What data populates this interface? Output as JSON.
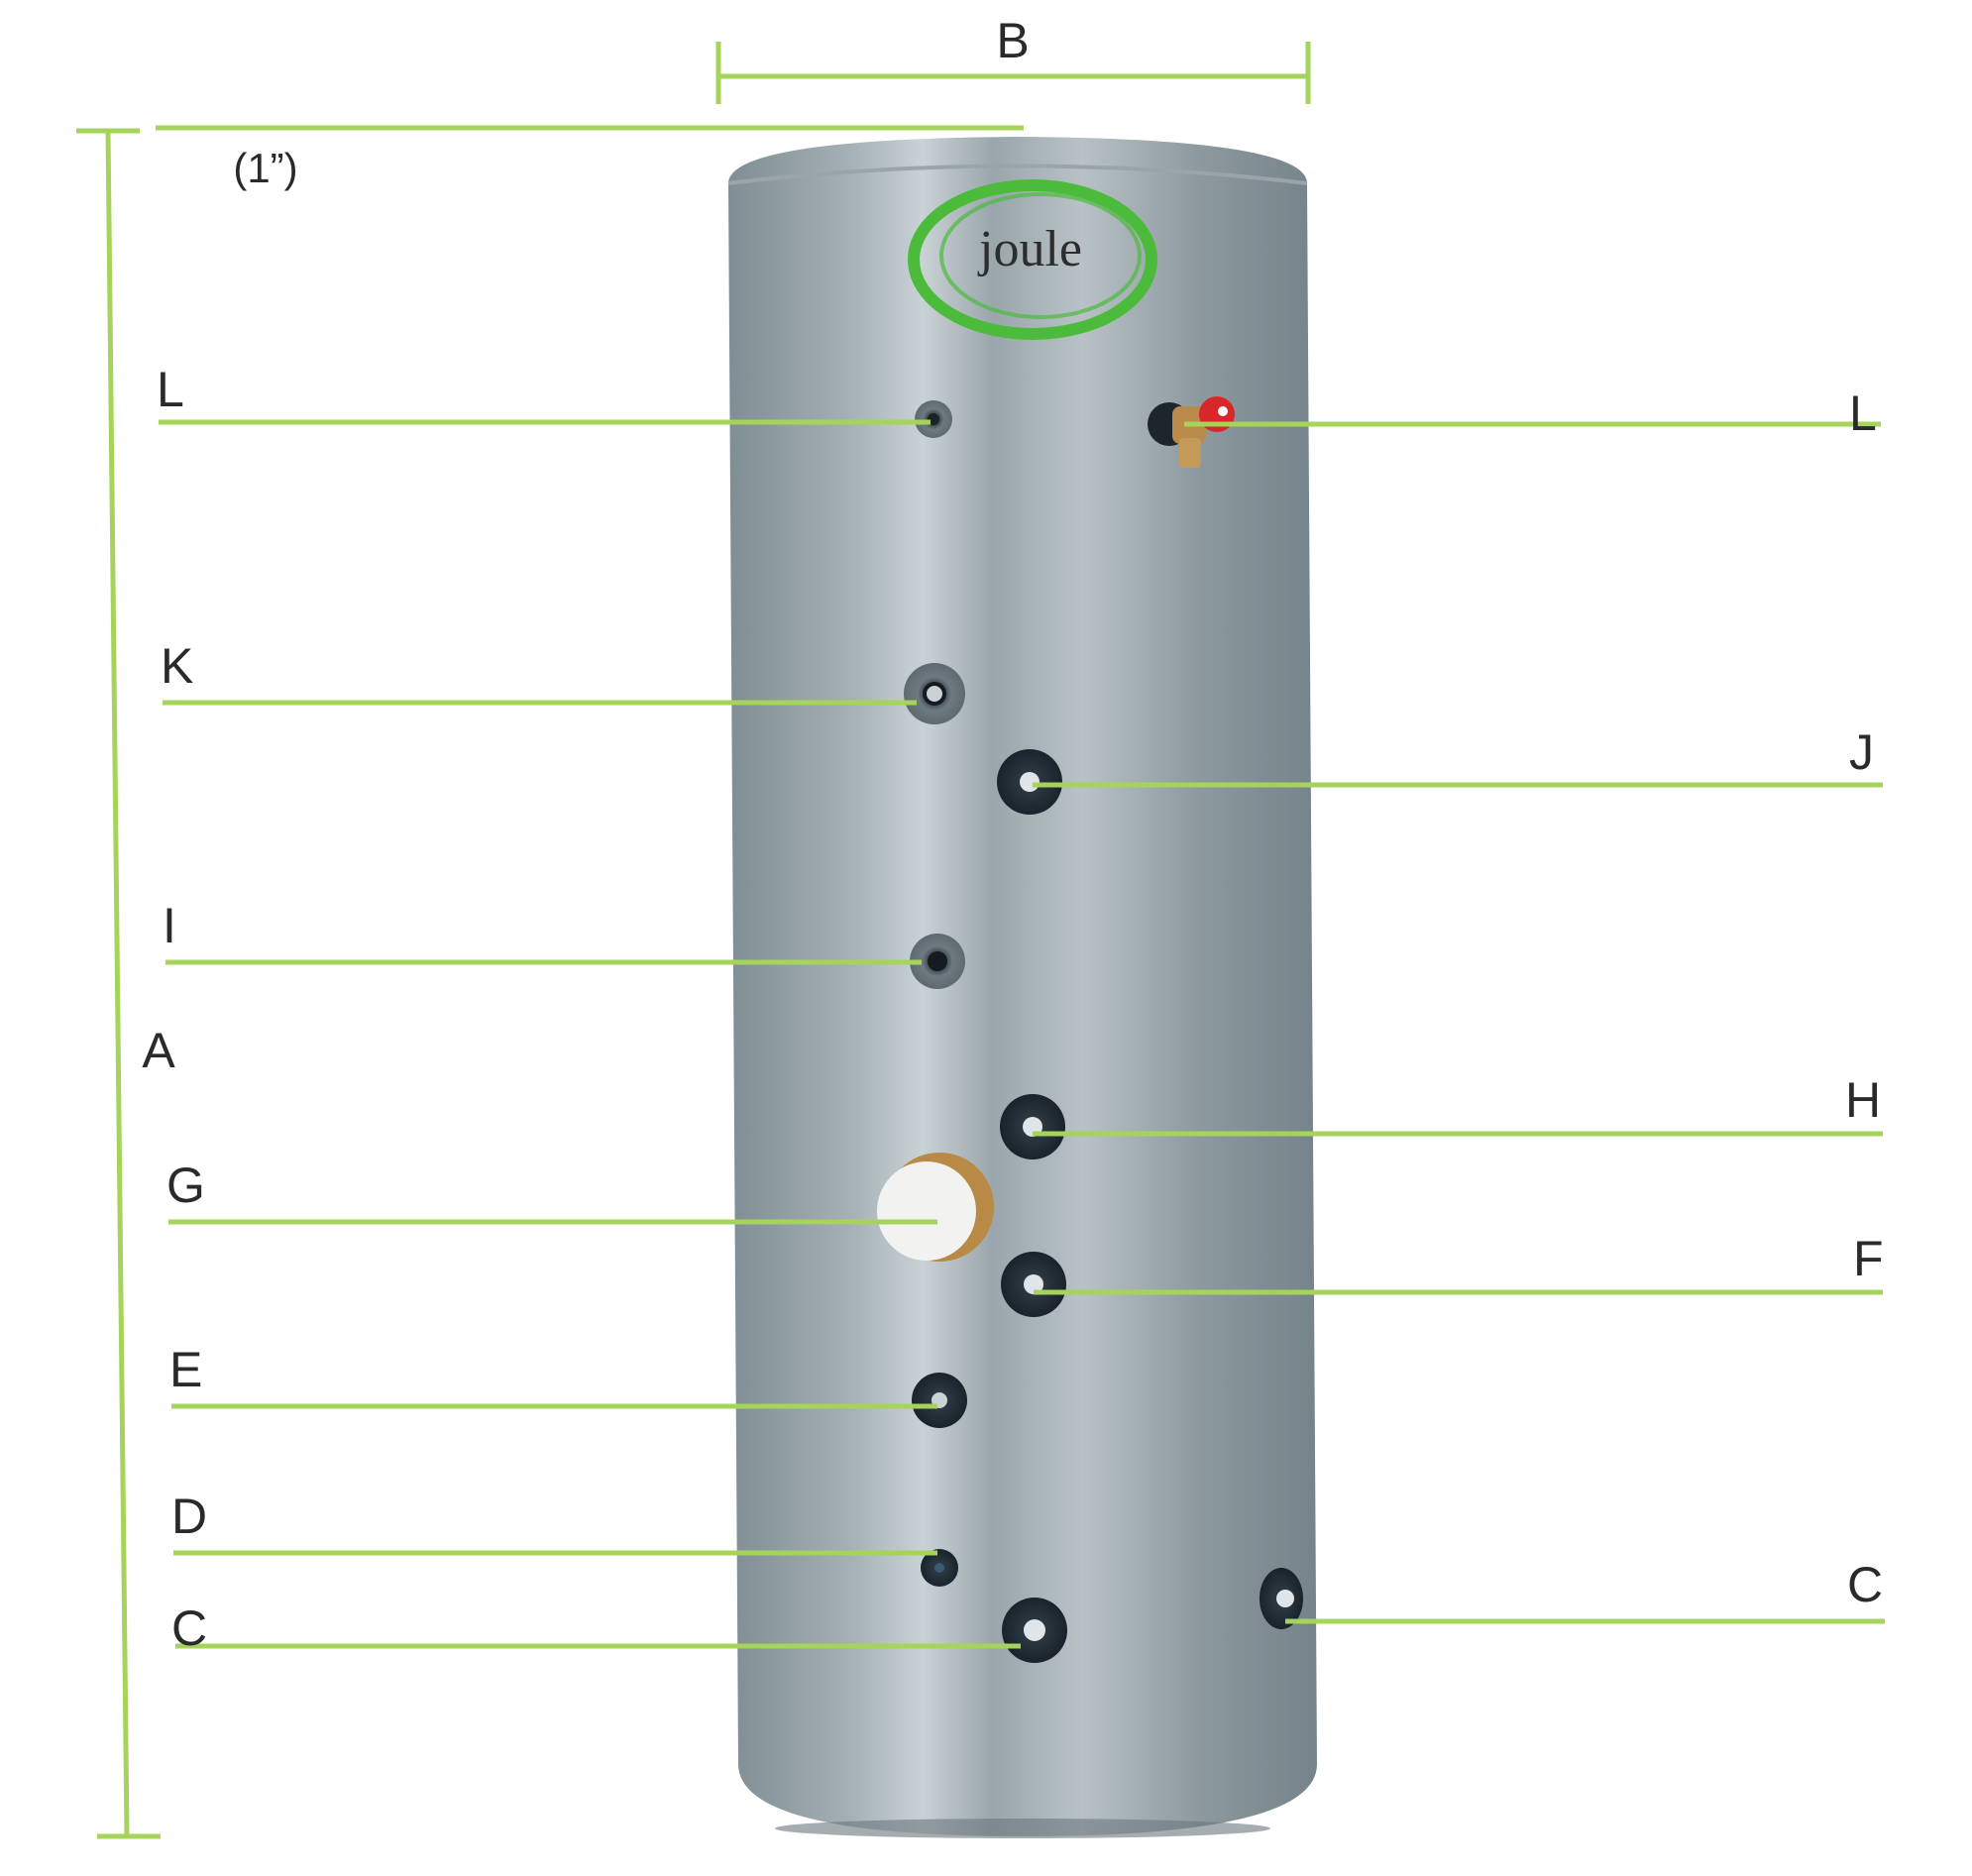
{
  "diagram": {
    "brand_logo": "joule",
    "dimension_labels": {
      "height": "A",
      "width": "B",
      "top_note": "(1”)"
    },
    "left_labels": [
      "L",
      "K",
      "I",
      "G",
      "E",
      "D",
      "C"
    ],
    "right_labels": [
      "L",
      "J",
      "H",
      "F",
      "C"
    ],
    "colors": {
      "leader": "#a6d35a",
      "tank": "#8c9aa0",
      "logo": "#4cbb3c",
      "valve": "#d8262a"
    }
  }
}
